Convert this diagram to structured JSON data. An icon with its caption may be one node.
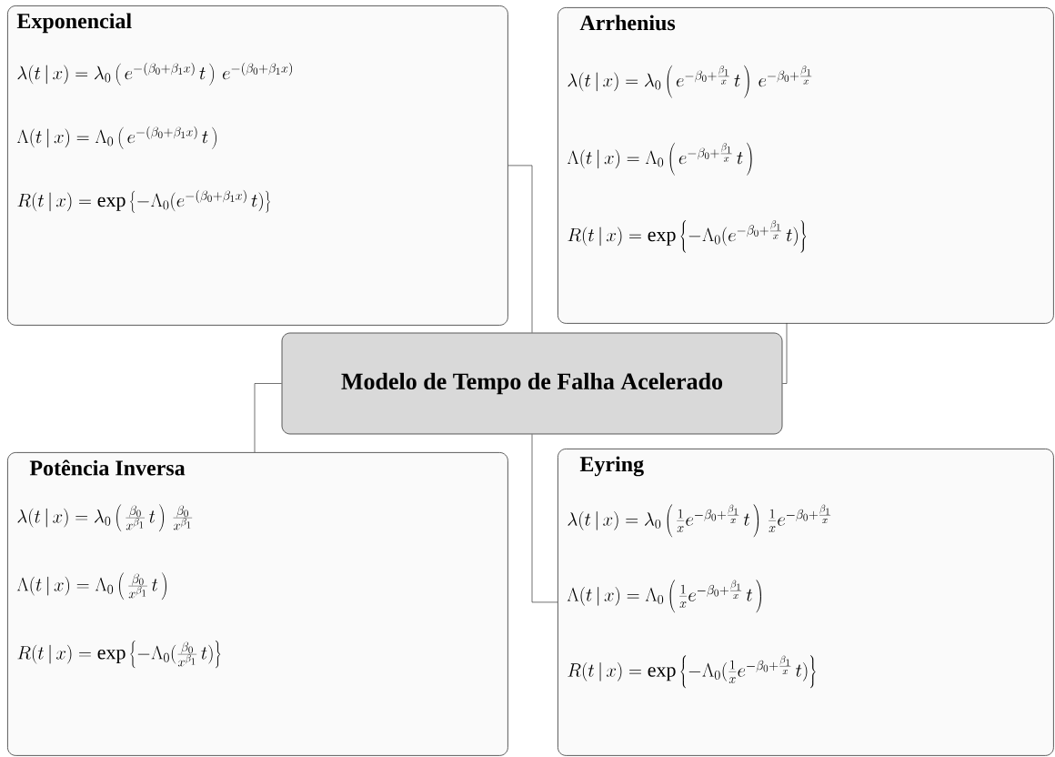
{
  "diagram": {
    "nodes": [
      {
        "text": [
          "Exponencial",
          "\\lambda(t\\,|\\,x) = \\lambda_0\\left(\\,e^{-(\\beta_0+\\beta_1 x)}\\,t\\,\\right)\\,e^{-(\\beta_0+\\beta_1 x)}",
          "\\Lambda(t\\,|\\,x) = \\Lambda_0\\left(\\,e^{-(\\beta_0+\\beta_1 x)}\\,t\\,\\right)",
          "R(t\\,|\\,x) = \\exp\\left\\{-\\Lambda_0(e^{-(\\beta_0+\\beta_1 x)}\\,t)\\right\\}"
        ]
      },
      {
        "text": [
          "Arrhenius",
          "\\lambda(t\\,|\\,x) = \\lambda_0\\left(\\,e^{-\\beta_0+\\frac{\\beta_1}{x}}\\,t\\,\\right)\\,e^{-\\beta_0+\\frac{\\beta_1}{x}}",
          "\\Lambda(t\\,|\\,x) = \\Lambda_0\\left(\\,e^{-\\beta_0+\\frac{\\beta_1}{x}}\\,t\\,\\right)",
          "R(t\\,|\\,x) = \\exp\\left\\{-\\Lambda_0(e^{-\\beta_0+\\frac{\\beta_1}{x}}\\,t)\\right\\}"
        ]
      },
      {
        "text": [
          "Modelo de Tempo de Falha Acelerado"
        ]
      },
      {
        "text": [
          "Potência Inversa",
          "\\lambda(t\\,|\\,x) = \\lambda_0\\left(\\,\\frac{\\beta_0}{x^{\\beta_1}}\\,t\\,\\right)\\,\\frac{\\beta_0}{x^{\\beta_1}}",
          "\\Lambda(t\\,|\\,x) = \\Lambda_0\\left(\\,\\frac{\\beta_0}{x^{\\beta_1}}\\,t\\,\\right)",
          "R(t\\,|\\,x) = \\exp\\left\\{-\\Lambda_0(\\frac{\\beta_0}{x^{\\beta_1}}\\,t)\\right\\}"
        ]
      },
      {
        "text": [
          "Eyring",
          "\\lambda(t\\,|\\,x) = \\lambda_0\\left(\\,\\frac{1}{x}e^{-\\beta_0+\\frac{\\beta_1}{x}}\\,t\\,\\right)\\,\\frac{1}{x}e^{-\\beta_0+\\frac{\\beta_1}{x}}",
          "\\Lambda(t\\,|\\,x) = \\Lambda_0\\left(\\,\\frac{1}{x}e^{-\\beta_0+\\frac{\\beta_1}{x}}\\,t\\,\\right)",
          "R(t\\,|\\,x) = \\exp\\left\\{-\\Lambda_0(\\frac{1}{x}e^{-\\beta_0+\\frac{\\beta_1}{x}}\\,t)\\right\\}"
        ]
      }
    ],
    "edges": [
      {
        "from": 2,
        "to": 0,
        "arrow": "none"
      },
      {
        "from": 2,
        "to": 1,
        "arrow": "none"
      },
      {
        "from": 2,
        "to": 3,
        "arrow": "none"
      },
      {
        "from": 2,
        "to": 4,
        "arrow": "none"
      }
    ]
  }
}
